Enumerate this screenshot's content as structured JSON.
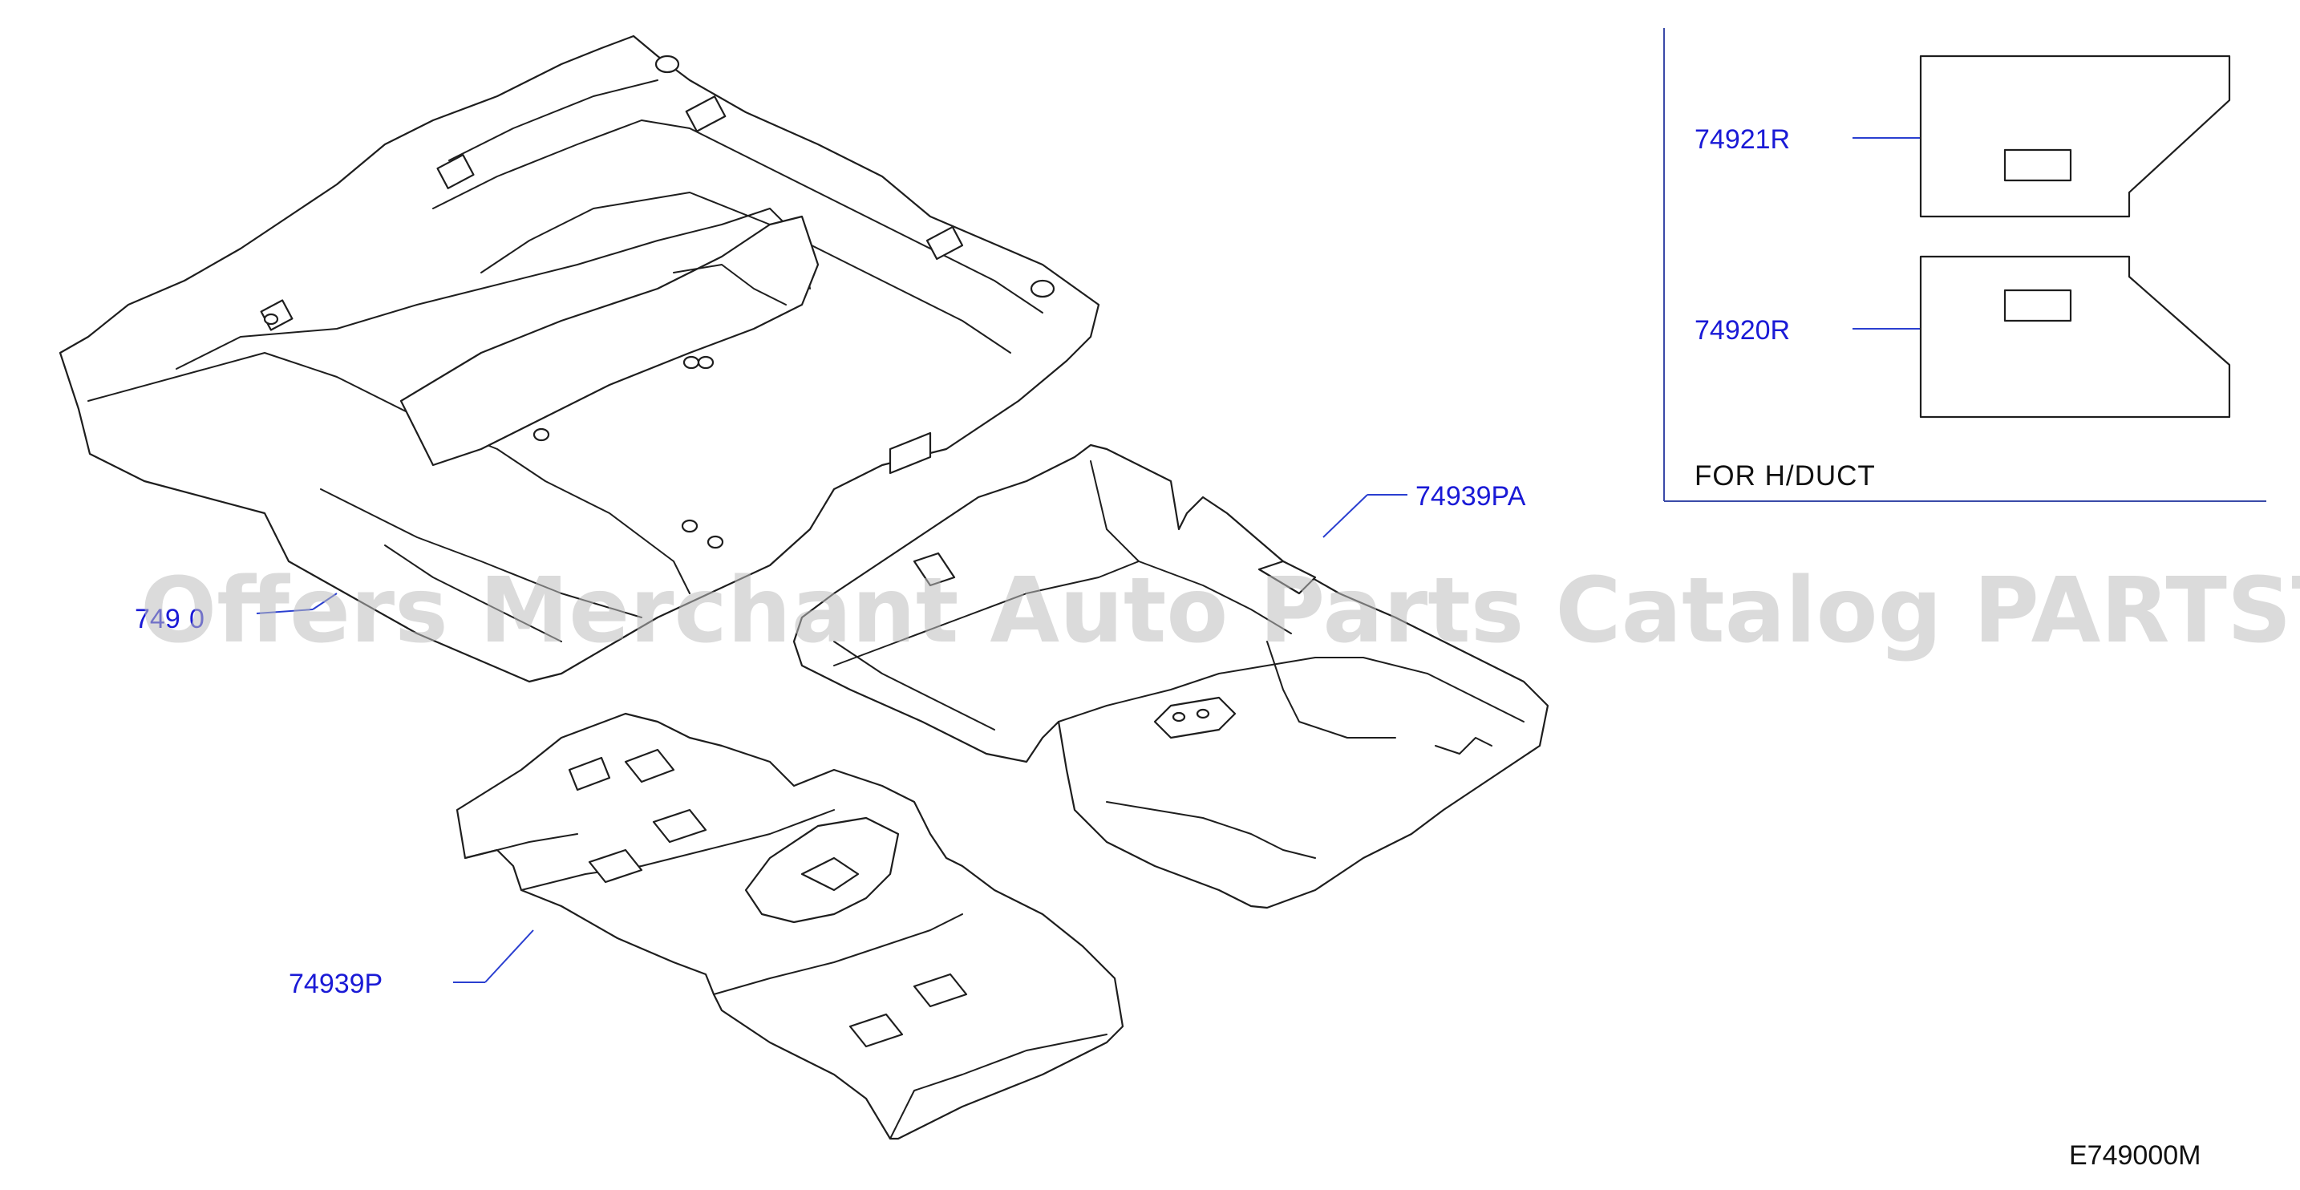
{
  "callouts": {
    "left_main": "749",
    "left_main_partial": "0",
    "front_carpet": "74939PA",
    "rear_carpet": "74939P",
    "insulator_right": "74921R",
    "insulator_left": "74920R"
  },
  "inset_note": "FOR  H/DUCT",
  "diagram_code": "E749000M",
  "watermark": "Offers Merchant Auto Parts Catalog PARTSTORE.SA",
  "colors": {
    "callout": "#1a1ad6",
    "line": "#1e1e1e",
    "frame": "#3a4aa8"
  }
}
